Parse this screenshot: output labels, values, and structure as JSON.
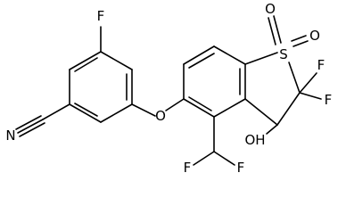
{
  "structure": {
    "atoms": {
      "fluoro_aryl": "F",
      "nitrile_n": "N",
      "ether_o": "O",
      "sulfur": "S",
      "sulfonyl_o1": "O",
      "sulfonyl_o2": "O",
      "gem_f1": "F",
      "gem_f2": "F",
      "hydroxyl": "OH",
      "chf2_f1": "F",
      "chf2_f2": "F"
    }
  }
}
